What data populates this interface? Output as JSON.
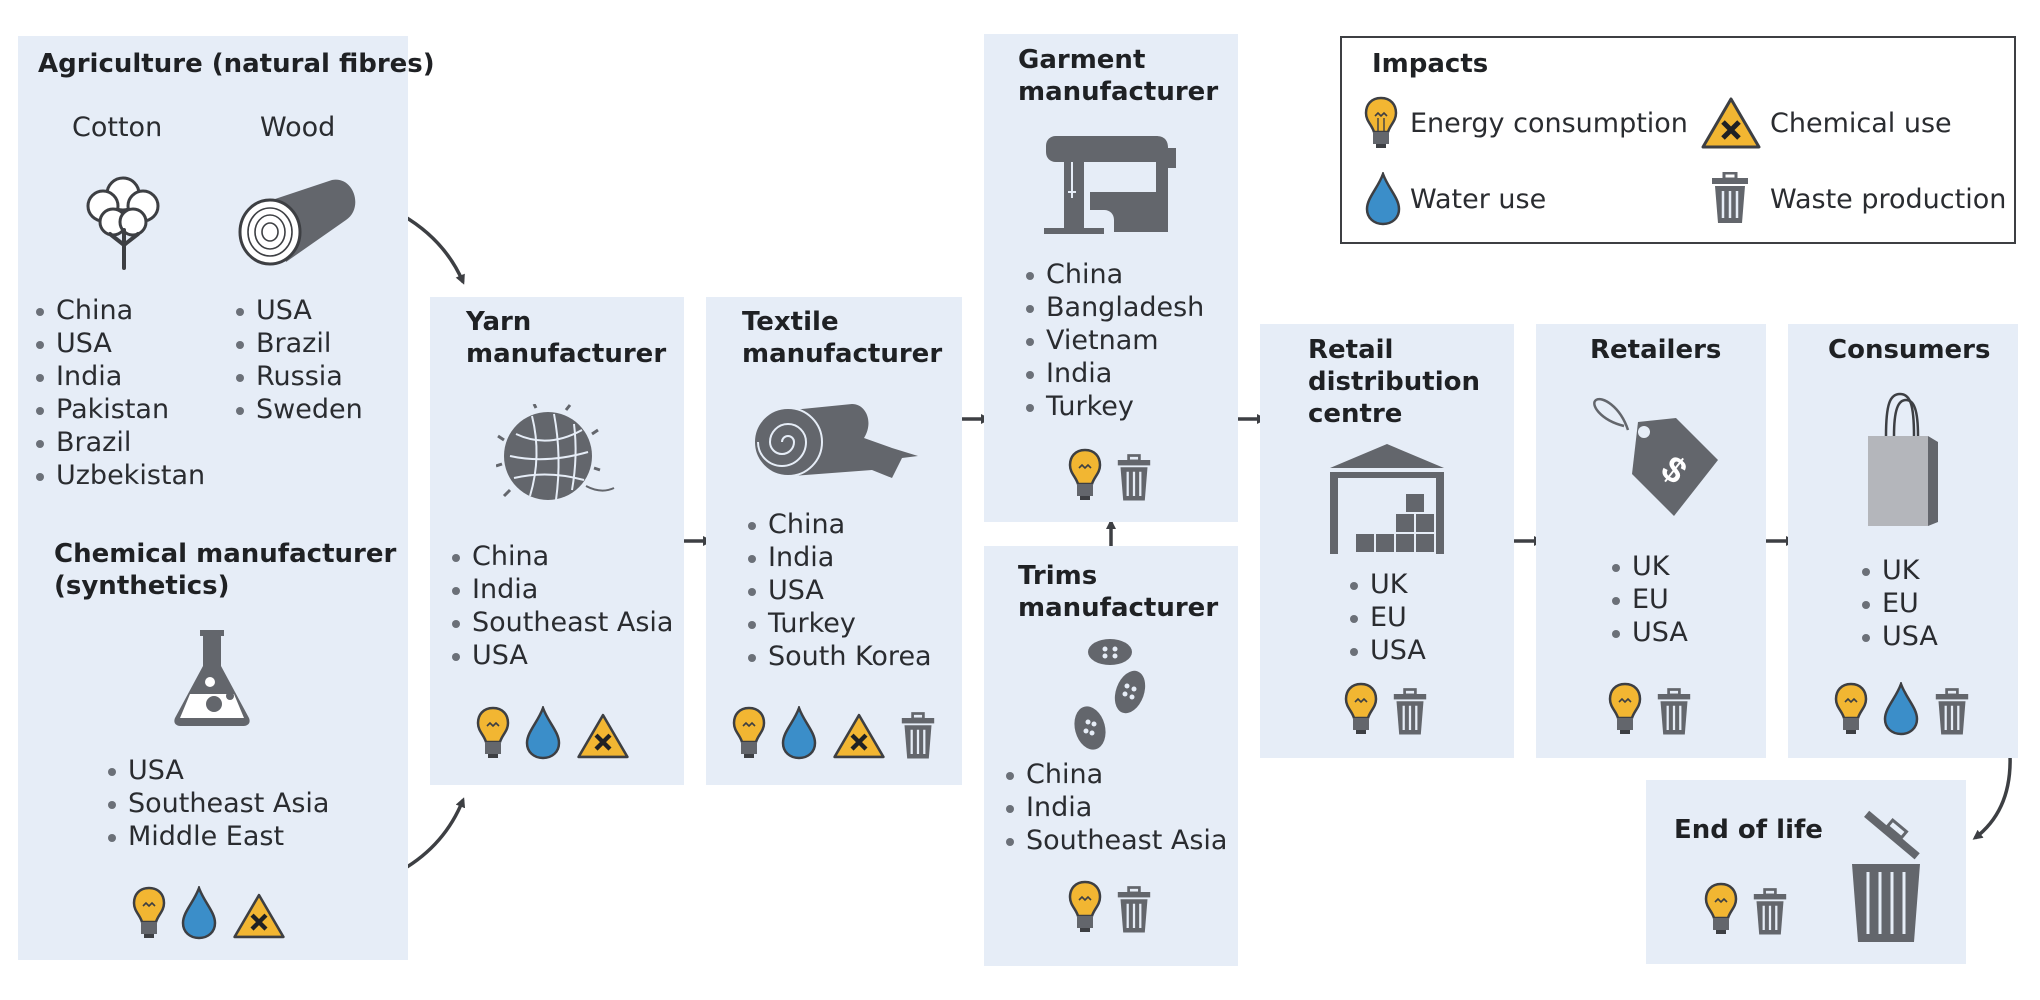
{
  "legend": {
    "title": "Impacts",
    "items": [
      {
        "icon": "bulb-icon",
        "label": "Energy consumption"
      },
      {
        "icon": "hazard-icon",
        "label": "Chemical use"
      },
      {
        "icon": "drop-icon",
        "label": "Water use"
      },
      {
        "icon": "bin-icon",
        "label": "Waste production"
      }
    ]
  },
  "agriculture": {
    "title": "Agriculture (natural fibres)",
    "cotton": {
      "label": "Cotton",
      "countries": [
        "China",
        "USA",
        "India",
        "Pakistan",
        "Brazil",
        "Uzbekistan"
      ]
    },
    "wood": {
      "label": "Wood",
      "countries": [
        "USA",
        "Brazil",
        "Russia",
        "Sweden"
      ]
    }
  },
  "chemical": {
    "title": "Chemical manufacturer\n(synthetics)",
    "countries": [
      "USA",
      "Southeast Asia",
      "Middle East"
    ],
    "impacts": [
      "bulb-icon",
      "drop-icon",
      "hazard-icon"
    ]
  },
  "yarn": {
    "title": "Yarn\nmanufacturer",
    "countries": [
      "China",
      "India",
      "Southeast Asia",
      "USA"
    ],
    "impacts": [
      "bulb-icon",
      "drop-icon",
      "hazard-icon"
    ]
  },
  "textile": {
    "title": "Textile\nmanufacturer",
    "countries": [
      "China",
      "India",
      "USA",
      "Turkey",
      "South Korea"
    ],
    "impacts": [
      "bulb-icon",
      "drop-icon",
      "hazard-icon",
      "bin-icon"
    ]
  },
  "garment": {
    "title": "Garment\nmanufacturer",
    "countries": [
      "China",
      "Bangladesh",
      "Vietnam",
      "India",
      "Turkey"
    ],
    "impacts": [
      "bulb-icon",
      "bin-icon"
    ]
  },
  "trims": {
    "title": "Trims\nmanufacturer",
    "countries": [
      "China",
      "India",
      "Southeast Asia"
    ],
    "impacts": [
      "bulb-icon",
      "bin-icon"
    ]
  },
  "distribution": {
    "title": "Retail\ndistribution\ncentre",
    "countries": [
      "UK",
      "EU",
      "USA"
    ],
    "impacts": [
      "bulb-icon",
      "bin-icon"
    ]
  },
  "retailers": {
    "title": "Retailers",
    "countries": [
      "UK",
      "EU",
      "USA"
    ],
    "impacts": [
      "bulb-icon",
      "bin-icon"
    ]
  },
  "consumers": {
    "title": "Consumers",
    "countries": [
      "UK",
      "EU",
      "USA"
    ],
    "impacts": [
      "bulb-icon",
      "drop-icon",
      "bin-icon"
    ]
  },
  "end_of_life": {
    "title": "End of life",
    "impacts": [
      "bulb-icon",
      "bin-icon"
    ]
  },
  "colors": {
    "panel": "#e6edf7",
    "icon_gray": "#63666c",
    "bulb_yellow": "#f2b632",
    "water_blue": "#3b8ec9",
    "arrow": "#3d3f43"
  }
}
